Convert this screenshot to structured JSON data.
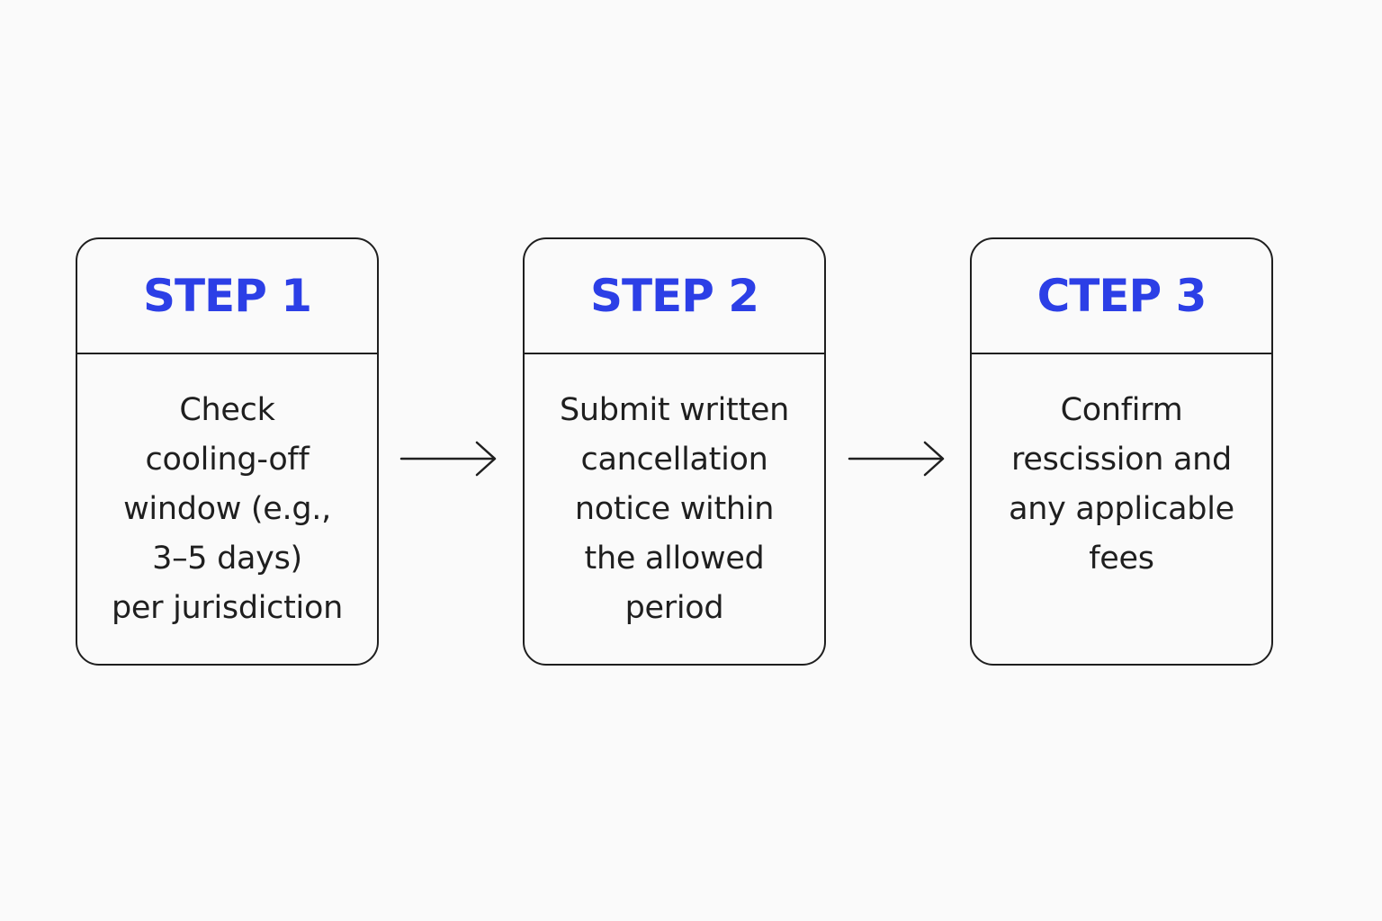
{
  "steps": [
    {
      "title": "STEP 1",
      "lines": [
        "Check",
        "cooling-off",
        "window (e.g.,",
        "3–5 days)",
        "per jurisdiction"
      ]
    },
    {
      "title": "STEP 2",
      "lines": [
        "Submit written",
        "cancellation",
        "notice within",
        "the allowed",
        "period"
      ]
    },
    {
      "title": "CTEP 3",
      "lines": [
        "Confirm",
        "rescission and",
        "any applicable",
        "fees"
      ]
    }
  ],
  "colors": {
    "title": "#2c3fe6",
    "text": "#1f1f1f",
    "border": "#1f1f1f",
    "background": "#fafafa"
  },
  "icons": [
    "arrow-right-icon",
    "arrow-right-icon"
  ]
}
